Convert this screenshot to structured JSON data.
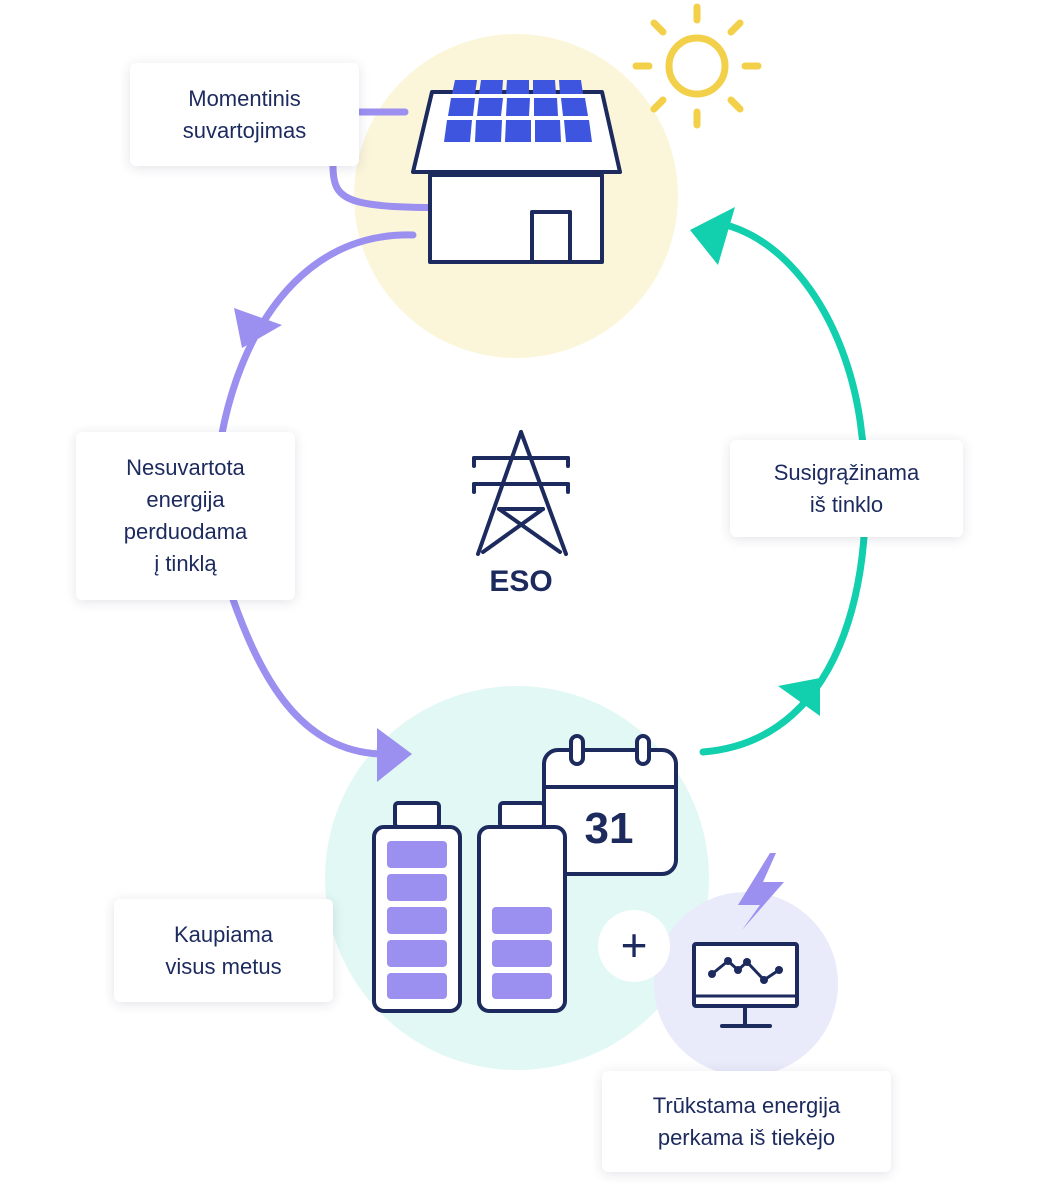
{
  "labels": {
    "momentinis": {
      "line1": "Momentinis",
      "line2": "suvartojimas"
    },
    "nesuvartota": {
      "line1": "Nesuvartota",
      "line2": "energija",
      "line3": "perduodama",
      "line4": "į tinklą"
    },
    "susigrazinama": {
      "line1": "Susigrąžinama",
      "line2": "iš tinklo"
    },
    "kaupiama": {
      "line1": "Kaupiama",
      "line2": "visus metus"
    },
    "trukstama": {
      "line1": "Trūkstama energija",
      "line2": "perkama iš tiekėjo"
    }
  },
  "grid_operator": "ESO",
  "calendar_day": "31",
  "plus_sign": "+",
  "icons": [
    "sun-icon",
    "solar-house-icon",
    "power-tower-icon",
    "full-battery-icon",
    "partial-battery-icon",
    "calendar-icon",
    "monitor-chart-icon",
    "lightning-icon"
  ],
  "colors": {
    "navy": "#1c2a5e",
    "purple": "#9b8ff0",
    "teal": "#12cfae",
    "sun": "#f3d04a",
    "panel_blue": "#3e55e0",
    "yellow_bg": "#fbf5da",
    "teal_bg": "#e1f8f4",
    "lavender_bg": "#e9ebfb"
  }
}
